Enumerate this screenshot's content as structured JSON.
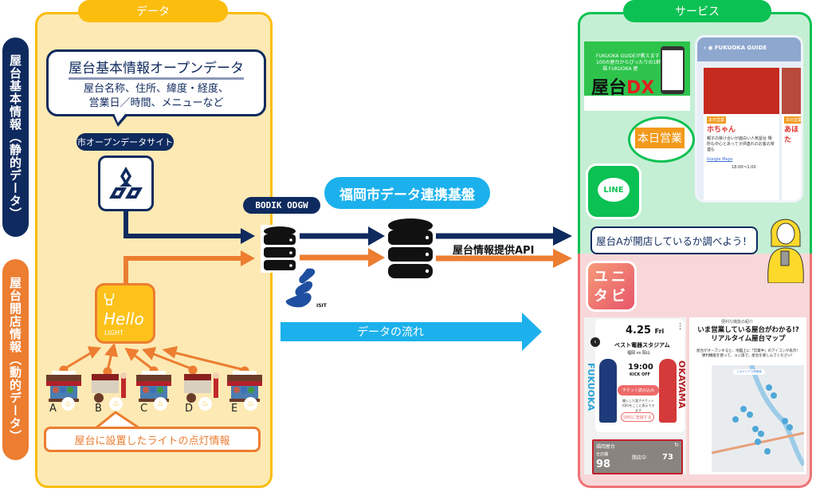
{
  "left_labels": {
    "static": "屋台基本情報（静的データ）",
    "dynamic": "屋台開店情報（動的データ）"
  },
  "data_panel": {
    "tab": "データ",
    "open_data": {
      "title": "屋台基本情報オープンデータ",
      "body_line1": "屋台名称、住所、緯度・経度、",
      "body_line2": "営業日／時間、メニューなど"
    },
    "site_label": "市オープンデータサイト",
    "hello_light": {
      "name": "Hello",
      "sub": "LIGHT"
    },
    "stalls": [
      "A",
      "B",
      "C",
      "D",
      "E"
    ],
    "light_info": "屋台に設置したライトの点灯情報"
  },
  "center": {
    "bodik_label": "BODIK ODGW",
    "platform": "福岡市データ連携基盤",
    "api_label": "屋台情報提供API",
    "isit_logo": "ISIT",
    "flow_label": "データの流れ"
  },
  "service_panel": {
    "tab": "サービス",
    "dx_banner": {
      "tagline1": "FUKUOKA GUIDEが教えます",
      "tagline2": "100の屋台からぴったりの1軒を！",
      "brand": "福 FUKUOKA 屋",
      "title_main": "屋台",
      "title_accent": "DX"
    },
    "line_app": {
      "header": "FUKUOKA GUIDE",
      "card1_tag": "本日営業",
      "card1_name": "ホちゃん",
      "card1_desc": "親子の掛け合いが面白い人気屋台 場所も中心とあって子供連れのお客の常連も",
      "card2_tag": "本日営業",
      "card2_name": "あほた",
      "map_link": "Google Maps",
      "hours": "18:00～1:00"
    },
    "zoom_label": "本日営業",
    "line_icon": "LINE",
    "speech": "屋台Aが開店しているか調べよう！",
    "unitabi": {
      "line1": "ユニ",
      "line2": "タビ"
    },
    "match": {
      "date": "4.25",
      "day": "Fri",
      "stadium": "ベスト電器スタジアム",
      "teams": "福岡 vs 岡山",
      "time": "19:00",
      "kickoff": "KICK OFF",
      "home": "FUKUOKA",
      "away": "OKAYAMA",
      "ticket_button": "チケット読み込み",
      "ticket_hint": "購入した電子チケット(QR)をここに表示できます",
      "sms_button": "SMSに登録する"
    },
    "yatai_widget": {
      "title": "福岡屋台",
      "all_label": "全店舗",
      "all_count": "98",
      "open_label": "開店中",
      "open_count": "73"
    },
    "map_card": {
      "intro": "便利な機能の紹介",
      "title_line1": "いま営業している屋台がわかる!?",
      "title_line2": "リアルタイム屋台マップ",
      "desc_line1": "屋台がオープンすると、地図上に「営業中」のアイコンが表示！",
      "desc_line2": "便利機能を使って、ユニ旅で、屋台を楽しんでください！",
      "map_button": "このエリアで再検索"
    }
  },
  "colors": {
    "navy": "#0f2a5e",
    "orange": "#ec7d31",
    "yellow": "#fbbd0e",
    "cyan": "#1cb1ec",
    "green": "#0bc153",
    "pink": "#ee7375"
  }
}
